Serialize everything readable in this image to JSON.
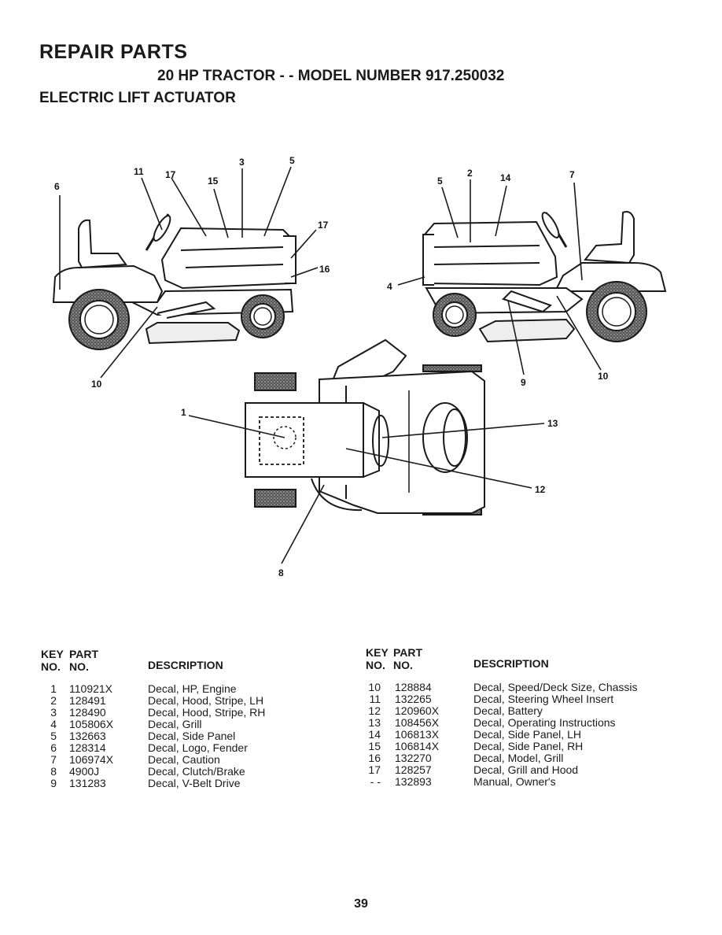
{
  "header": {
    "title": "REPAIR PARTS",
    "subtitle": "20 HP TRACTOR - - MODEL NUMBER 917.250032",
    "section": "ELECTRIC LIFT ACTUATOR"
  },
  "diagram": {
    "callouts": [
      "1",
      "2",
      "3",
      "4",
      "5",
      "6",
      "7",
      "8",
      "9",
      "10",
      "11",
      "12",
      "13",
      "14",
      "15",
      "16",
      "17"
    ]
  },
  "table_header": {
    "key_top": "KEY",
    "part_top": "PART",
    "key_bottom": "NO.",
    "part_bottom": "NO.",
    "description": "DESCRIPTION"
  },
  "parts_left": [
    {
      "key": "1",
      "part": "110921X",
      "desc": "Decal, HP, Engine"
    },
    {
      "key": "2",
      "part": "128491",
      "desc": "Decal, Hood, Stripe, LH"
    },
    {
      "key": "3",
      "part": "128490",
      "desc": "Decal, Hood, Stripe, RH"
    },
    {
      "key": "4",
      "part": "105806X",
      "desc": "Decal, Grill"
    },
    {
      "key": "5",
      "part": "132663",
      "desc": "Decal, Side Panel"
    },
    {
      "key": "6",
      "part": "128314",
      "desc": "Decal, Logo, Fender"
    },
    {
      "key": "7",
      "part": "106974X",
      "desc": "Decal, Caution"
    },
    {
      "key": "8",
      "part": "4900J",
      "desc": "Decal, Clutch/Brake"
    },
    {
      "key": "9",
      "part": "131283",
      "desc": "Decal, V-Belt Drive"
    }
  ],
  "parts_right": [
    {
      "key": "10",
      "part": "128884",
      "desc": "Decal, Speed/Deck Size, Chassis"
    },
    {
      "key": "11",
      "part": "132265",
      "desc": "Decal, Steering Wheel Insert"
    },
    {
      "key": "12",
      "part": "120960X",
      "desc": "Decal, Battery"
    },
    {
      "key": "13",
      "part": "108456X",
      "desc": "Decal, Operating Instructions"
    },
    {
      "key": "14",
      "part": "106813X",
      "desc": "Decal, Side Panel, LH"
    },
    {
      "key": "15",
      "part": "106814X",
      "desc": "Decal, Side Panel, RH"
    },
    {
      "key": "16",
      "part": "132270",
      "desc": "Decal, Model, Grill"
    },
    {
      "key": "17",
      "part": "128257",
      "desc": "Decal, Grill and Hood"
    },
    {
      "key": "- -",
      "part": "132893",
      "desc": "Manual, Owner's"
    }
  ],
  "page_number": "39"
}
